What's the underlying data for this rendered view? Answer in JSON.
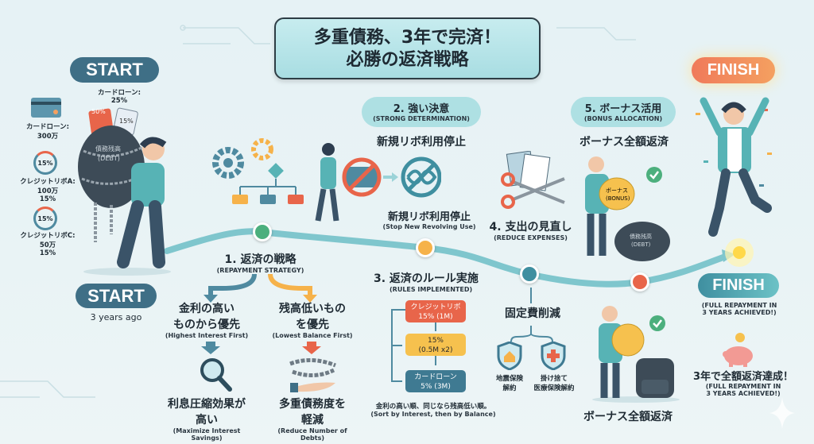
{
  "title": {
    "line1": "多重債務、3年で完済！",
    "line2": "必勝の返済戦略"
  },
  "start": {
    "top_label": "START",
    "bottom_label": "START",
    "time": "3 years ago",
    "debts": [
      {
        "name": "カードローン:",
        "value": "25%"
      },
      {
        "name": "カードローン:",
        "value": "300万"
      },
      {
        "name": "クレジットリボA:",
        "amount": "100万",
        "rate": "15%",
        "badge": "15%"
      },
      {
        "name": "クレジットリボC:",
        "amount": "50万",
        "rate": "15%",
        "badge": "15%"
      }
    ],
    "backpack": {
      "tag1": "50%",
      "tag2": "15%",
      "label": "債務残高",
      "label_en": "(DEBT)"
    }
  },
  "step1": {
    "title": "1. 返済の戦略",
    "subtitle": "(REPAYMENT STRATEGY)",
    "left": {
      "line1": "金利の高い",
      "line2": "ものから優先",
      "en": "(Highest Interest First)",
      "result1": "利息圧縮効果が",
      "result2": "高い",
      "result_en": "(Maximize Interest Savings)"
    },
    "right": {
      "line1": "残高低いもの",
      "line2": "を優先",
      "en": "(Lowest Balance First)",
      "result1": "多重債務度を",
      "result2": "軽減",
      "result_en": "(Reduce Number of Debts)"
    }
  },
  "step2": {
    "title": "2. 強い決意",
    "subtitle": "(STRONG DETERMINATION)",
    "action": "新規リボ利用停止",
    "action2": "新規リボ利用停止",
    "action_en": "(Stop New Revolving Use)"
  },
  "step3": {
    "title": "3. 返済のルール実施",
    "subtitle": "(RULES IMPLEMENTED)",
    "boxes": [
      {
        "line1": "クレジットリボ",
        "line2": "15% (1M)",
        "color": "#e8654a"
      },
      {
        "line1": "15%",
        "line2": "(0.5M x2)",
        "color": "#f6c14e"
      },
      {
        "line1": "カードローン",
        "line2": "5% (3M)",
        "color": "#3f7a92"
      }
    ],
    "note": "金利の高い順、同じなら残高低い順。",
    "note_en": "(Sort by Interest, then by Balance)"
  },
  "step4": {
    "title": "4. 支出の見直し",
    "subtitle": "(REDUCE EXPENSES)",
    "fixed": "固定費削減",
    "items": [
      {
        "line1": "地震保険",
        "line2": "解約"
      },
      {
        "line1": "掛け捨て",
        "line2": "医療保険解約"
      }
    ]
  },
  "step5": {
    "title": "5. ボーナス活用",
    "subtitle": "(BONUS ALLOCATION)",
    "action": "ボーナス全額返済",
    "action2": "ボーナス全額返済",
    "bag": "ボーナス",
    "bag_en": "(BONUS)",
    "debt_label": "債務残高",
    "debt_en": "(DEBT)"
  },
  "finish": {
    "top_label": "FINISH",
    "bottom_label": "FINISH",
    "caption1": "(FULL REPAYMENT IN",
    "caption2": "3 YEARS ACHIEVED!)",
    "achieved": "3年で全額返済達成！",
    "achieved_en1": "(FULL REPAYMENT IN",
    "achieved_en2": "3 YEARS ACHIEVED!)"
  },
  "colors": {
    "teal": "#3f8fa0",
    "green": "#4caf7d",
    "orange": "#f6b24a",
    "red": "#e8654a",
    "navy": "#3f6f86"
  }
}
